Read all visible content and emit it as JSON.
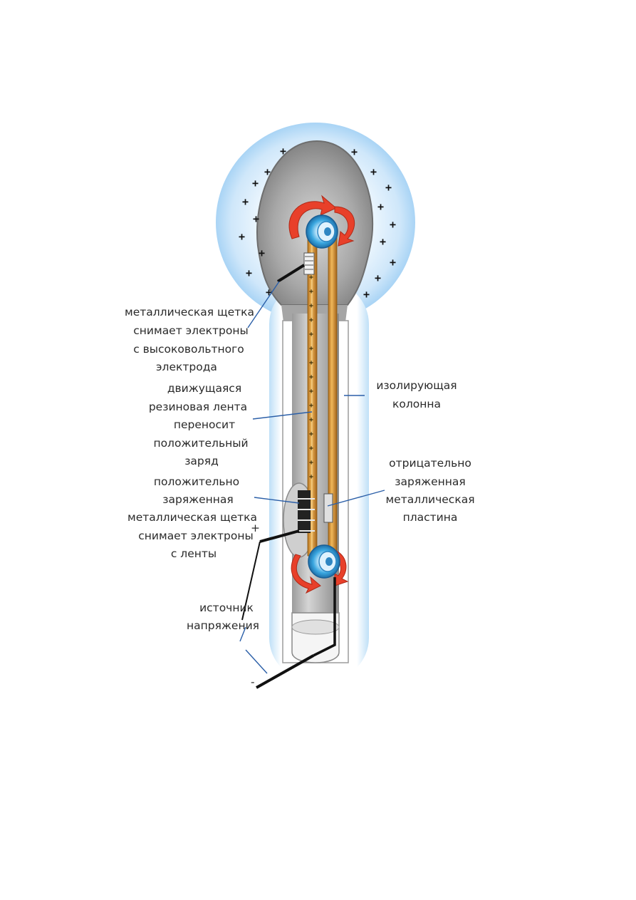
{
  "labels": {
    "brush_top": [
      "металлическая щетка",
      "снимает электроны",
      "с высоковольтного",
      "электрода"
    ],
    "belt": [
      "движущаяся",
      "резиновая лента",
      "переносит",
      "положительный",
      "заряд"
    ],
    "column": [
      "изолирующая",
      "колонна"
    ],
    "brush_bottom": [
      "положительно",
      "заряженная",
      "металлическая щетка",
      "снимает электроны",
      "с ленты"
    ],
    "plate": [
      "отрицательно",
      "заряженная",
      "металлическая",
      "пластина"
    ],
    "source": [
      "источник",
      "напряжения"
    ],
    "plus_sign": "+",
    "minus_sign": "-"
  },
  "colors": {
    "halo": "#d6ecfb",
    "halo_edge": "#a9d4f5",
    "dome_gray": "#9a9a9a",
    "column_outer": "#f4f4f4",
    "column_inner": "#8c8c8c",
    "belt": "#e0a54a",
    "belt_dark": "#a0651a",
    "arrow_red": "#e8402a",
    "pulley_blue": "#3aa7e0",
    "label_text": "#2a2a2a",
    "leader": "#2b5fa8"
  },
  "icons": {
    "rotation_arrows": "curved-arrow-icon",
    "pulleys": "pulley-icon"
  }
}
